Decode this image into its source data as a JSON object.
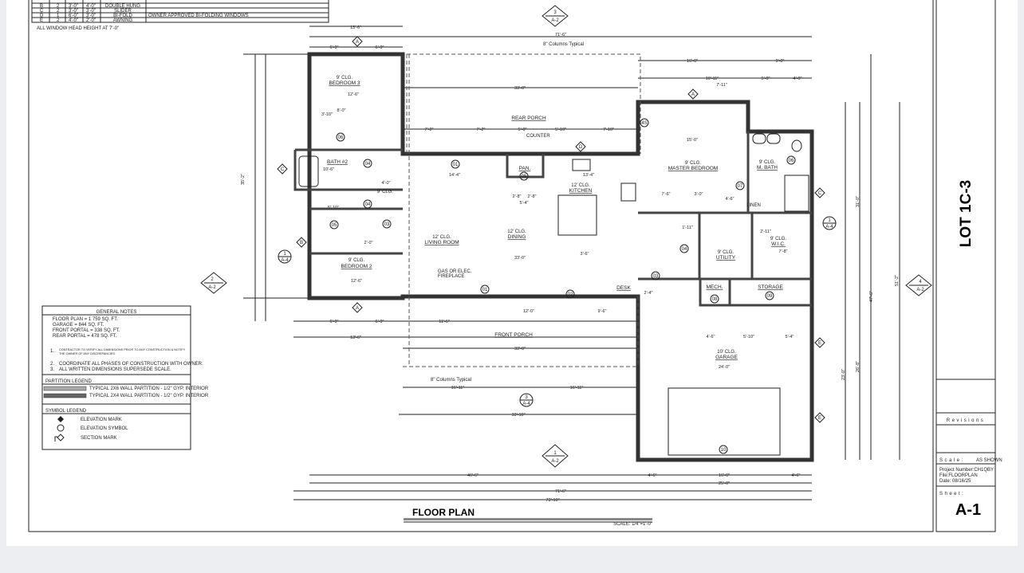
{
  "window_schedule": {
    "rows": [
      {
        "mark": "B",
        "qty": "2",
        "width": "3'-0\"",
        "height": "4'-0\"",
        "type": "DOUBLE HUNG",
        "remarks": ""
      },
      {
        "mark": "C",
        "qty": "2",
        "width": "3'-0\"",
        "height": "3'-0\"",
        "type": "SLIDER",
        "remarks": ""
      },
      {
        "mark": "D",
        "qty": "1",
        "width": "6'-0\"",
        "height": "3'-0\"",
        "type": "BI-FOLD",
        "remarks": "OWNER APPROVED BI-FOLDING WINDOWS"
      },
      {
        "mark": "E",
        "qty": "2",
        "width": "4'-0\"",
        "height": "2'-0\"",
        "type": "AWNING",
        "remarks": ""
      }
    ],
    "note": "ALL WINDOW HEAD HEIGHT AT 7'-0\""
  },
  "general_notes": {
    "title": "GENERAL NOTES",
    "areas": [
      "FLOOR PLAN = 1 759 SQ. FT.",
      "GARAGE = 844 SQ. FT.",
      "FRONT PORTAL = 338 SQ. FT.",
      "REAR PORTAL = 478 SQ. FT."
    ],
    "notes": [
      {
        "n": "1.",
        "text": "CONTRACTOR TO VERIFY ALL DIMENSIONS PRIOR TO ANY CONSTRUCTION & NOTIFY THE OWNER OF ANY DISCREPANCIES."
      },
      {
        "n": "2.",
        "text": "COORDINATE ALL PHASES OF CONSTRUCTION WITH OWNER."
      },
      {
        "n": "3.",
        "text": "ALL WRITTEN DIMENSIONS SUPERSEDE SCALE."
      }
    ]
  },
  "partition_legend": {
    "title": "PARTITION LEGEND",
    "items": [
      "TYPICAL 2X6 WALL PARTITION - 1/2\" GYP. INTERIOR",
      "TYPICAL 2X4 WALL PARTITION - 1/2\" GYP. INTERIOR"
    ]
  },
  "symbol_legend": {
    "title": "SYMBOL LEGEND",
    "items": [
      "ELEVATION MARK",
      "ELEVATION SYMBOL",
      "SECTION MARK"
    ]
  },
  "rooms": {
    "bedroom3": [
      "9' CLG.",
      "BEDROOM 3"
    ],
    "bath2": [
      "BATH #2"
    ],
    "clo": [
      "9' CLG."
    ],
    "bedroom2": [
      "9' CLG.",
      "BEDROOM 2"
    ],
    "rear_porch": [
      "REAR PORCH"
    ],
    "counter": "COUNTER",
    "pan": "PAN.",
    "kitchen": [
      "12' CLG.",
      "KITCHEN"
    ],
    "living": [
      "12' CLG.",
      "LIVING ROOM"
    ],
    "dining": [
      "12' CLG.",
      "DINING"
    ],
    "fireplace": [
      "GAS OR ELEC.",
      "FIREPLACE"
    ],
    "desk": "DESK",
    "master": [
      "9' CLG.",
      "MASTER BEDROOM"
    ],
    "mbath": [
      "9' CLG.",
      "M. BATH"
    ],
    "linen": "LINEN",
    "wic": [
      "9' CLG.",
      "W.I.C."
    ],
    "utility": [
      "9' CLG.",
      "UTILITY"
    ],
    "mech": "MECH.",
    "storage": "STORAGE",
    "front_porch": "FRONT PORCH",
    "garage": [
      "10' CLG.",
      "GARAGE"
    ]
  },
  "notes_on_plan": {
    "columns_top": "8\" Columns Typical",
    "columns_bottom": "8\" Columns Typical"
  },
  "dimensions": {
    "top": [
      "13'-6\"",
      "6'-9\"",
      "6'-9\"",
      "71'-6\"",
      "16'-0\"",
      "9'-0\"",
      "10'-11\"",
      "7'-11\"",
      "5'-0\"",
      "4'-0\"",
      "33'-0\""
    ],
    "porch": [
      "7'-2\"",
      "7'-2\"",
      "5'-0\"",
      "5'-10\"",
      "7'-10\""
    ],
    "interior": [
      "12'-6\"",
      "8'-0\"",
      "3'-10\"",
      "10'-6\"",
      "5'-10\"",
      "4'-0\"",
      "2'-0\"",
      "14'-4\"",
      "13'-4\"",
      "2'-8\"",
      "2'-8\"",
      "5'-4\"",
      "3'-6\"",
      "33'-0\"",
      "15'-0\"",
      "7'-6\"",
      "3'-0\"",
      "4'-6\"",
      "1'-11\"",
      "2'-11\"",
      "7'-8\"",
      "12'-6\""
    ],
    "front": [
      "6'-9\"",
      "6'-9\"",
      "11'-6\"",
      "13'-6\"",
      "12'-0\"",
      "9'-6\"",
      "33'-0\"",
      "16'-11\"",
      "16'-11\"",
      "33'-10\"",
      "24'-0\"",
      "4'-6\"",
      "5'-10\"",
      "5'-4\"",
      "2'-4\""
    ],
    "bottom": [
      "46'-6\"",
      "4'-6\"",
      "16'-0\"",
      "4'-6\"",
      "25'-0\"",
      "71'-6\"",
      "73'-10\""
    ],
    "sides": [
      "35'-2\"",
      "51'-2\"",
      "47'-6\"",
      "31'-0\"",
      "26'-8\"",
      "23'-0\""
    ]
  },
  "markers": {
    "doors": [
      "01",
      "01",
      "02",
      "03",
      "03",
      "04",
      "04",
      "04",
      "05",
      "05",
      "06",
      "06",
      "07",
      "08",
      "09",
      "10",
      "4S"
    ],
    "windows": [
      "A",
      "A",
      "A",
      "B",
      "C",
      "C",
      "D",
      "E",
      "E"
    ],
    "elevations": [
      {
        "num": "3",
        "sheet": "A-2"
      },
      {
        "num": "2",
        "sheet": "A-2"
      },
      {
        "num": "4",
        "sheet": "A-2"
      },
      {
        "num": "1",
        "sheet": "A-2"
      }
    ],
    "sections": [
      {
        "num": "1",
        "sheet": "A-4"
      },
      {
        "num": "1",
        "sheet": "A-4"
      },
      {
        "num": "3",
        "sheet": "A-4"
      }
    ]
  },
  "drawing": {
    "title": "FLOOR PLAN",
    "scale": "SCALE: 1/4\"=1'-0\""
  },
  "title_block": {
    "lot": "LOT 1C-3",
    "revisions": "Revisions",
    "scale_label": "Scale:",
    "scale_value": "AS SHOWN",
    "project_number": "Project Number:CH1QBY",
    "file": "File:FLOORPLAN",
    "date": "Date: 08/16/25",
    "sheet_label": "Sheet:",
    "sheet_number": "A-1"
  },
  "colors": {
    "line": "#222222",
    "wall": "#333333",
    "page": "#ffffff",
    "background": "#eceef1"
  }
}
